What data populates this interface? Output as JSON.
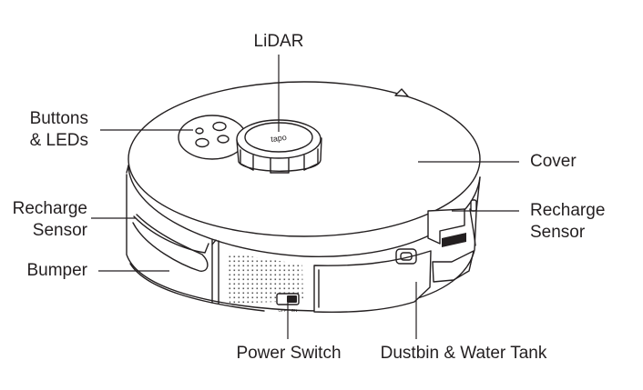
{
  "labels": {
    "lidar": "LiDAR",
    "buttons_leds": [
      "Buttons",
      "& LEDs"
    ],
    "recharge_sensor_left": [
      "Recharge",
      "Sensor"
    ],
    "bumper": "Bumper",
    "cover": "Cover",
    "recharge_sensor_right": [
      "Recharge",
      "Sensor"
    ],
    "power_switch": "Power Switch",
    "dustbin_water_tank": "Dustbin & Water Tank"
  },
  "device_marks": {
    "lidar_logo": "tapo",
    "switch_off": "OFF",
    "switch_on": "ON"
  },
  "colors": {
    "stroke": "#231f20",
    "text": "#231f20"
  }
}
